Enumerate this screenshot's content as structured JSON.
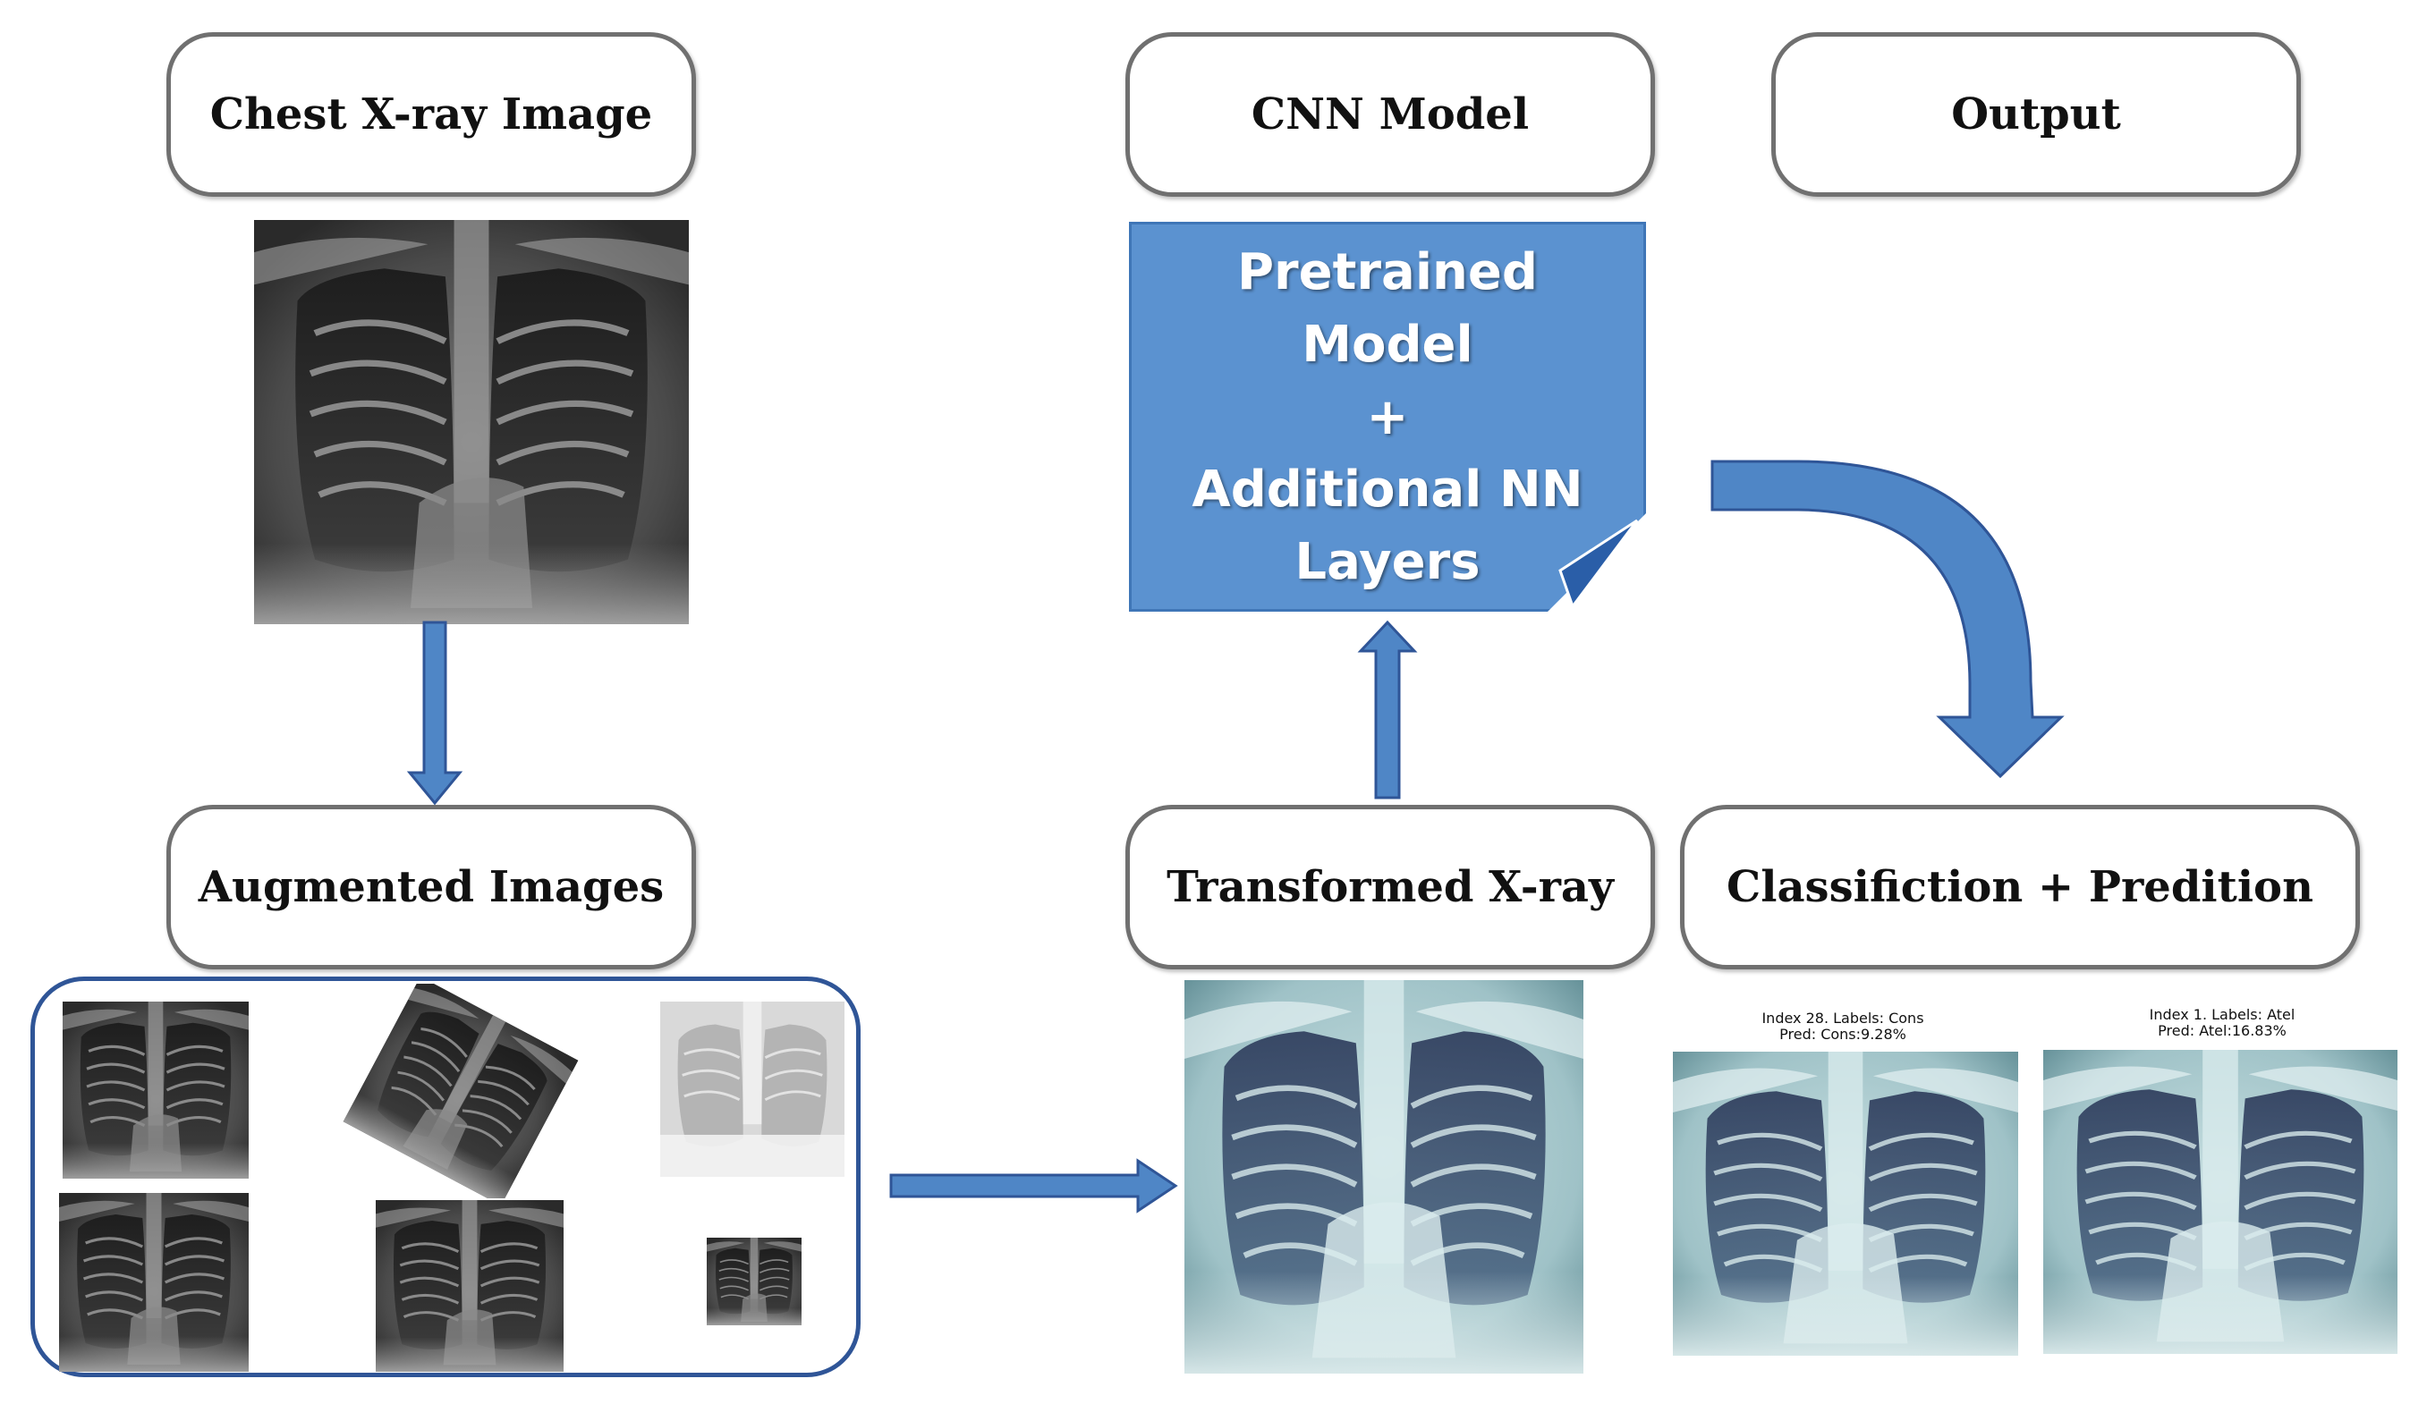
{
  "boxes": {
    "chest_xray": "Chest X-ray Image",
    "cnn_model": "CNN Model",
    "output": "Output",
    "augmented": "Augmented Images",
    "transformed": "Transformed X-ray",
    "classification": "Classifiction + Predition"
  },
  "cnn_block": {
    "line1": "Pretrained",
    "line2": "Model",
    "line3": "+",
    "line4": "Additional NN",
    "line5": "Layers"
  },
  "predictions": [
    {
      "line1": "Index 28. Labels: Cons",
      "line2": "Pred: Cons:9.28%"
    },
    {
      "line1": "Index 1. Labels: Atel",
      "line2": "Pred: Atel:16.83%"
    }
  ],
  "colors": {
    "arrow_fill": "#4f86c6",
    "arrow_stroke": "#2f5597",
    "cnn_fill": "#5b92d0",
    "box_border": "#707070"
  }
}
